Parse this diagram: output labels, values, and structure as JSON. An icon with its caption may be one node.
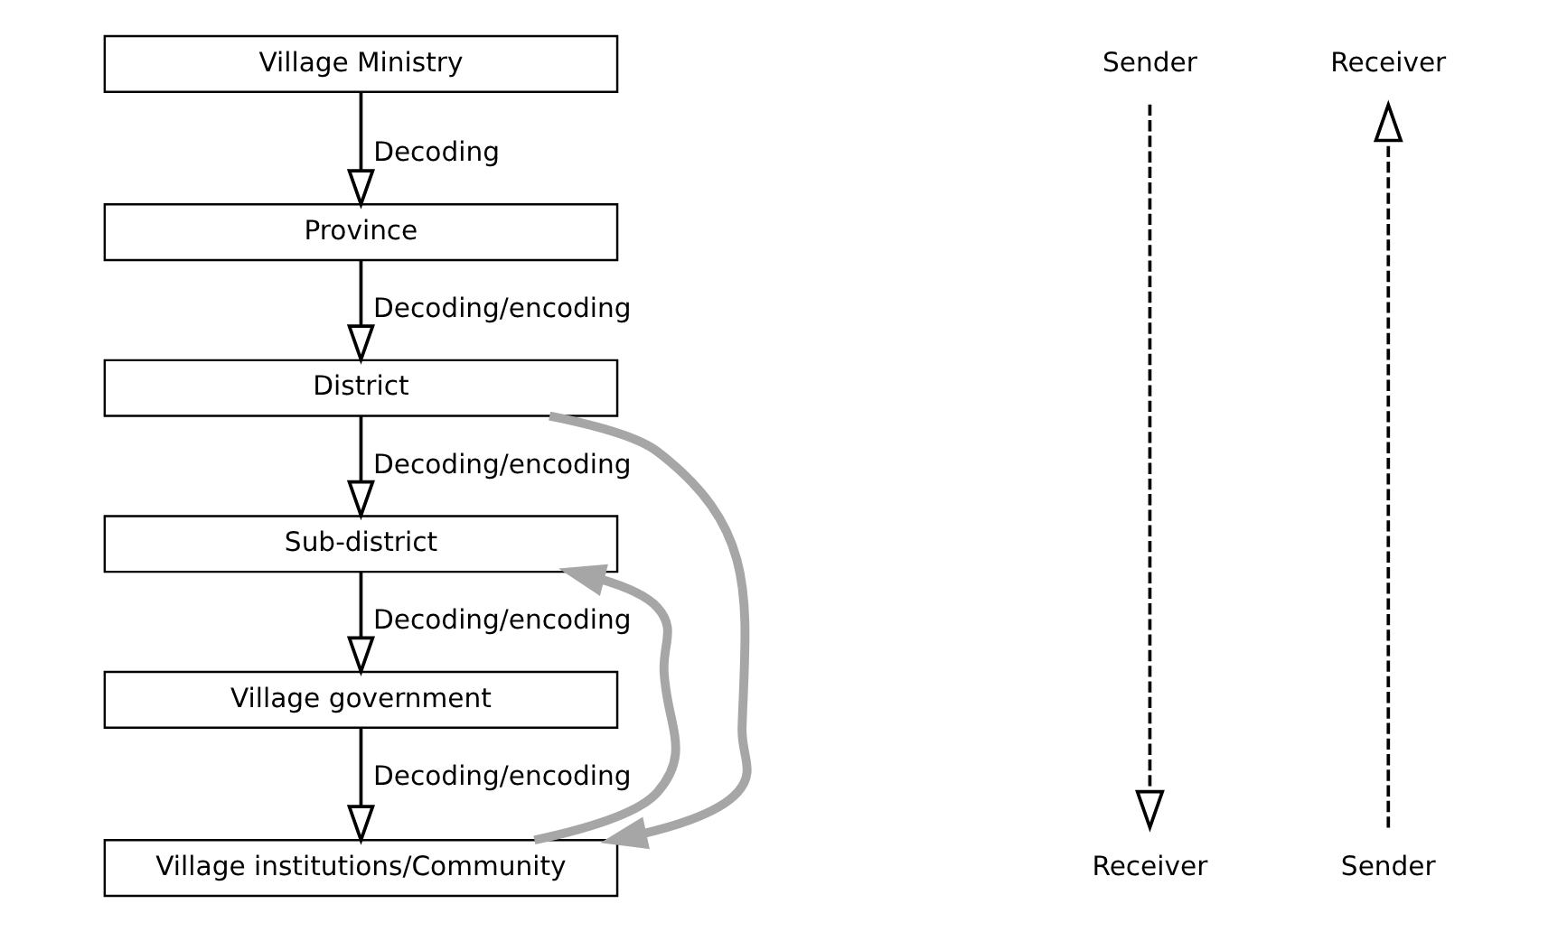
{
  "diagram": {
    "nodes": [
      {
        "text": [
          "Village Ministry"
        ]
      },
      {
        "text": [
          "Province"
        ]
      },
      {
        "text": [
          "District"
        ]
      },
      {
        "text": [
          "Sub-district"
        ]
      },
      {
        "text": [
          "Village government"
        ]
      },
      {
        "text": [
          "Village institutions/Community"
        ]
      },
      {
        "text": [
          "Sender"
        ]
      },
      {
        "text": [
          "Receiver"
        ]
      },
      {
        "text": [
          "Receiver"
        ]
      },
      {
        "text": [
          "Sender"
        ]
      }
    ],
    "edges": [
      {
        "from": 0,
        "to": 1,
        "arrow": "to",
        "label": "Decoding"
      },
      {
        "from": 1,
        "to": 2,
        "arrow": "to",
        "label": "Decoding/encoding"
      },
      {
        "from": 2,
        "to": 3,
        "arrow": "to",
        "label": "Decoding/encoding"
      },
      {
        "from": 3,
        "to": 4,
        "arrow": "to",
        "label": "Decoding/encoding"
      },
      {
        "from": 4,
        "to": 5,
        "arrow": "to",
        "label": "Decoding/encoding"
      },
      {
        "from": 6,
        "to": 7,
        "arrow": "to",
        "style": "dashed"
      },
      {
        "from": 9,
        "to": 8,
        "arrow": "to",
        "style": "dashed"
      },
      {
        "from": 2,
        "to": 5,
        "arrow": "to",
        "style": "thick",
        "color": "#a6a6a6"
      },
      {
        "from": 5,
        "to": 3,
        "arrow": "to",
        "style": "thick",
        "color": "#a6a6a6"
      }
    ]
  }
}
